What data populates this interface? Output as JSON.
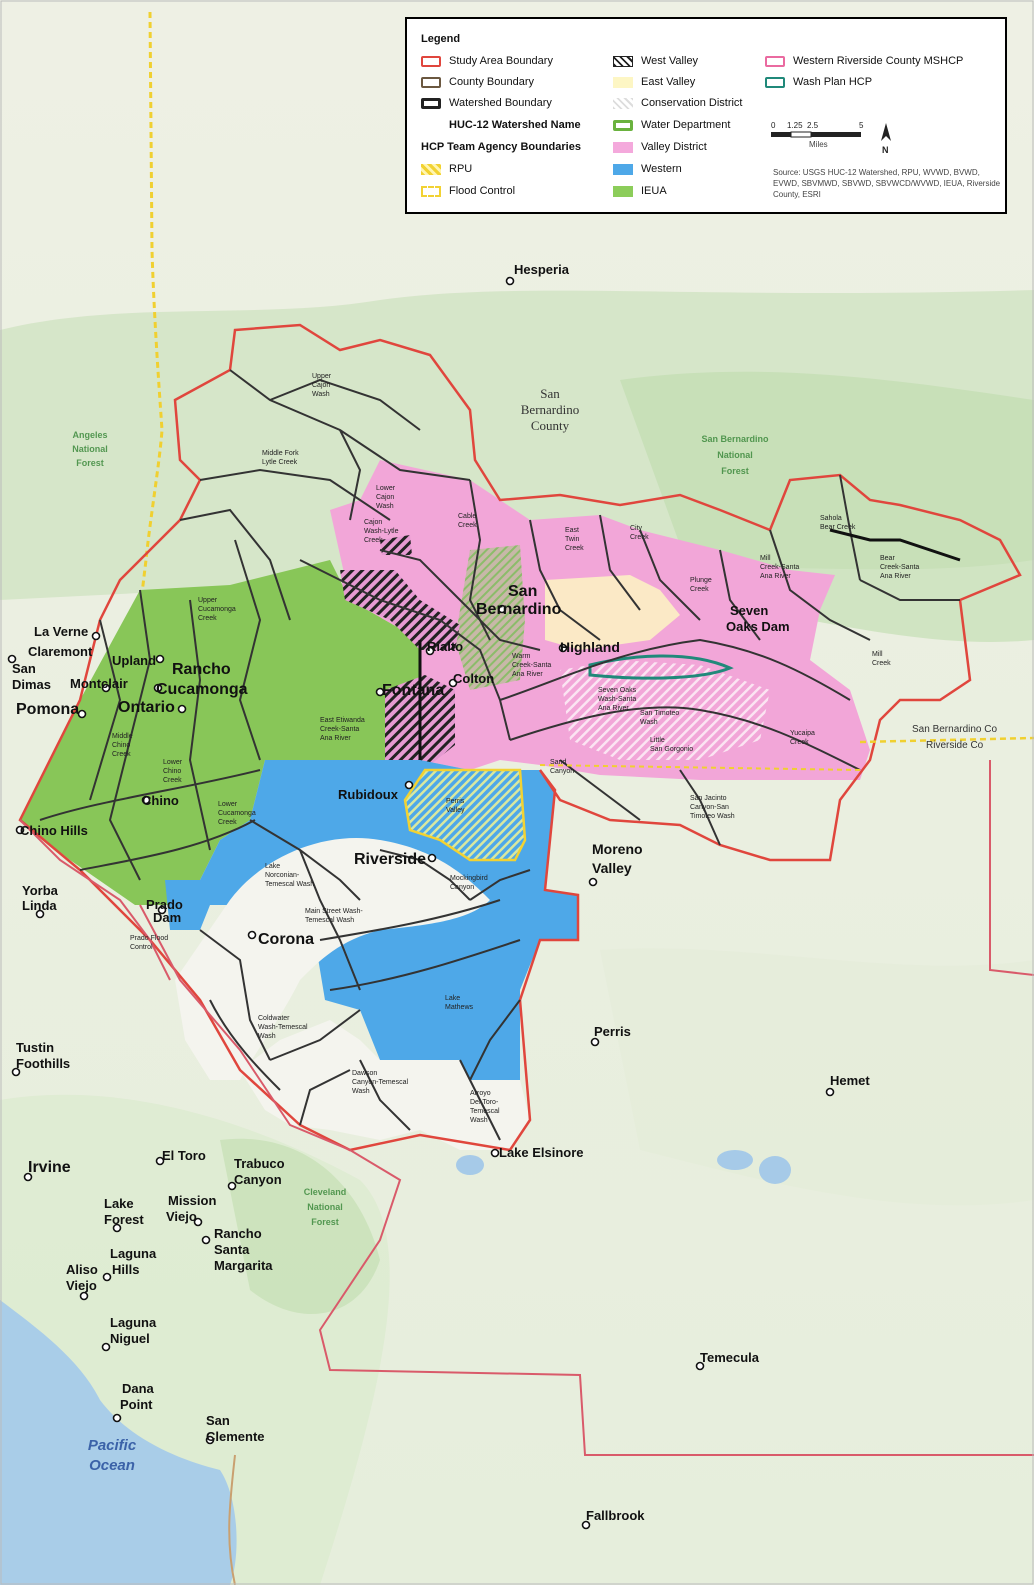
{
  "legend": {
    "title": "Legend",
    "items": {
      "study_area": "Study Area Boundary",
      "county_boundary": "County Boundary",
      "watershed_boundary": "Watershed Boundary",
      "huc12_name": "HUC-12 Watershed Name",
      "hcp_heading": "HCP Team Agency Boundaries",
      "rpu": "RPU",
      "flood_control": "Flood Control",
      "west_valley": "West Valley",
      "east_valley": "East Valley",
      "conservation_district": "Conservation District",
      "water_department": "Water Department",
      "valley_district": "Valley District",
      "western": "Western",
      "ieua": "IEUA",
      "western_riverside_mshcp": "Western Riverside County MSHCP",
      "wash_plan_hcp": "Wash Plan HCP"
    },
    "scale": {
      "ticks": [
        "0",
        "1.25",
        "2.5",
        "5"
      ],
      "unit": "Miles",
      "north": "N"
    },
    "source": "Source: USGS HUC-12 Watershed, RPU, WVWD, BVWD, EVWD, SBVMWD, SBVWD, SBVWCD/WVWD, IEUA, Riverside County, ESRI"
  },
  "cities": {
    "hesperia": "Hesperia",
    "la_verne": "La Verne",
    "claremont": "Claremont",
    "san_dimas_1": "San",
    "san_dimas_2": "Dimas",
    "upland": "Upland",
    "montclair": "Montclair",
    "rancho_1": "Rancho",
    "rancho_2": "Cucamonga",
    "pomona": "Pomona",
    "ontario": "Ontario",
    "chino": "Chino",
    "chino_hills": "Chino Hills",
    "yorba_1": "Yorba",
    "yorba_2": "Linda",
    "san_bernardino_1": "San",
    "san_bernardino_2": "Bernardino",
    "highland": "Highland",
    "rialto": "Rialto",
    "fontana": "Fontana",
    "colton": "Colton",
    "rubidoux": "Rubidoux",
    "riverside": "Riverside",
    "moreno_1": "Moreno",
    "moreno_2": "Valley",
    "corona": "Corona",
    "prado_1": "Prado",
    "prado_2": "Dam",
    "seven_oaks_1": "Seven",
    "seven_oaks_2": "Oaks Dam",
    "perris": "Perris",
    "hemet": "Hemet",
    "tustin_1": "Tustin",
    "tustin_2": "Foothills",
    "irvine": "Irvine",
    "el_toro": "El Toro",
    "trabuco_1": "Trabuco",
    "trabuco_2": "Canyon",
    "lake_elsinore": "Lake Elsinore",
    "lake_forest_1": "Lake",
    "lake_forest_2": "Forest",
    "mission_viejo_1": "Mission",
    "mission_viejo_2": "Viejo",
    "rancho_sm_1": "Rancho",
    "rancho_sm_2": "Santa",
    "rancho_sm_3": "Margarita",
    "laguna_hills_1": "Laguna",
    "laguna_hills_2": "Hills",
    "aliso_1": "Aliso",
    "aliso_2": "Viejo",
    "laguna_niguel_1": "Laguna",
    "laguna_niguel_2": "Niguel",
    "dana_1": "Dana",
    "dana_2": "Point",
    "san_clemente_1": "San",
    "san_clemente_2": "Clemente",
    "temecula": "Temecula",
    "fallbrook": "Fallbrook"
  },
  "regions": {
    "sb_county_1": "San",
    "sb_county_2": "Bernardino",
    "sb_county_3": "County",
    "angeles_1": "Angeles",
    "angeles_2": "National",
    "angeles_3": "Forest",
    "sbnf_1": "San Bernardino",
    "sbnf_2": "National",
    "sbnf_3": "Forest",
    "cleveland_1": "Cleveland",
    "cleveland_2": "National",
    "cleveland_3": "Forest",
    "pacific_1": "Pacific",
    "pacific_2": "Ocean",
    "county_line_1": "San Bernardino Co",
    "county_line_2": "Riverside Co"
  },
  "watersheds": {
    "upper_cajon_1": "Upper",
    "upper_cajon_2": "Cajon",
    "upper_cajon_3": "Wash",
    "lytle_1": "Middle Fork",
    "lytle_2": "Lytle Creek",
    "lower_cajon_1": "Lower",
    "lower_cajon_2": "Cajon",
    "lower_cajon_3": "Wash",
    "cajon_lytle_1": "Cajon",
    "cajon_lytle_2": "Wash-Lytle",
    "cajon_lytle_3": "Creek",
    "cable_1": "Cable",
    "cable_2": "Creek",
    "east_twin_1": "East",
    "east_twin_2": "Twin",
    "east_twin_3": "Creek",
    "city_creek_1": "City",
    "city_creek_2": "Creek",
    "plunge_1": "Plunge",
    "plunge_2": "Creek",
    "bear_creek_1": "Sahola",
    "bear_creek_2": "Bear Creek",
    "mill_creek_1": "Mill",
    "mill_creek_2": "Creek-Santa",
    "mill_creek_3": "Ana River",
    "bear_sa_1": "Bear",
    "bear_sa_2": "Creek-Santa",
    "bear_sa_3": "Ana River",
    "mill_1": "Mill",
    "mill_2": "Creek",
    "upper_cucamonga_1": "Upper",
    "upper_cucamonga_2": "Cucamonga",
    "upper_cucamonga_3": "Creek",
    "warm_creek_1": "Warm",
    "warm_creek_2": "Creek-Santa",
    "warm_creek_3": "Ana River",
    "seven_oaks_sa_1": "Seven Oaks",
    "seven_oaks_sa_2": "Wash-Santa",
    "seven_oaks_sa_3": "Ana River",
    "san_timoteo_1": "San Timoteo",
    "san_timoteo_2": "Wash",
    "yucaipa_1": "Yucaipa",
    "yucaipa_2": "Creek",
    "little_sa_1": "Little",
    "little_sa_2": "San Gorgonio",
    "east_etiwanda_1": "East Etiwanda",
    "east_etiwanda_2": "Creek-Santa",
    "east_etiwanda_3": "Ana River",
    "chino_creek_1": "Middle",
    "chino_creek_2": "Chino",
    "chino_creek_3": "Creek",
    "lower_chino_1": "Lower",
    "lower_chino_2": "Chino",
    "lower_chino_3": "Creek",
    "lower_cucamonga_1": "Lower",
    "lower_cucamonga_2": "Cucamonga",
    "lower_cucamonga_3": "Creek",
    "lake_temescal_1": "Lake",
    "lake_temescal_2": "Norconian-",
    "lake_temescal_3": "Temescal Wash",
    "main_street_1": "Main Street Wash-",
    "main_street_2": "Temescal Wash",
    "dawson_1": "Dawson",
    "dawson_2": "Canyon-Temescal",
    "dawson_3": "Wash",
    "coldwater_1": "Coldwater",
    "coldwater_2": "Wash-Temescal",
    "coldwater_3": "Wash",
    "arroyo_1": "Arroyo",
    "arroyo_2": "Del Toro-",
    "arroyo_3": "Temescal",
    "arroyo_4": "Wash",
    "lake_mathews_1": "Lake",
    "lake_mathews_2": "Mathews",
    "mockingbird_1": "Mockingbird",
    "mockingbird_2": "Canyon",
    "perris_valley_1": "Perris",
    "perris_valley_2": "Valley",
    "prado_flood_1": "Prado Flood",
    "prado_flood_2": "Control",
    "san_jacinto_1": "San Jacinto",
    "san_jacinto_2": "Canyon-San",
    "san_jacinto_3": "Timoteo Wash",
    "sand_canyon_1": "Sand",
    "sand_canyon_2": "Canyon"
  }
}
